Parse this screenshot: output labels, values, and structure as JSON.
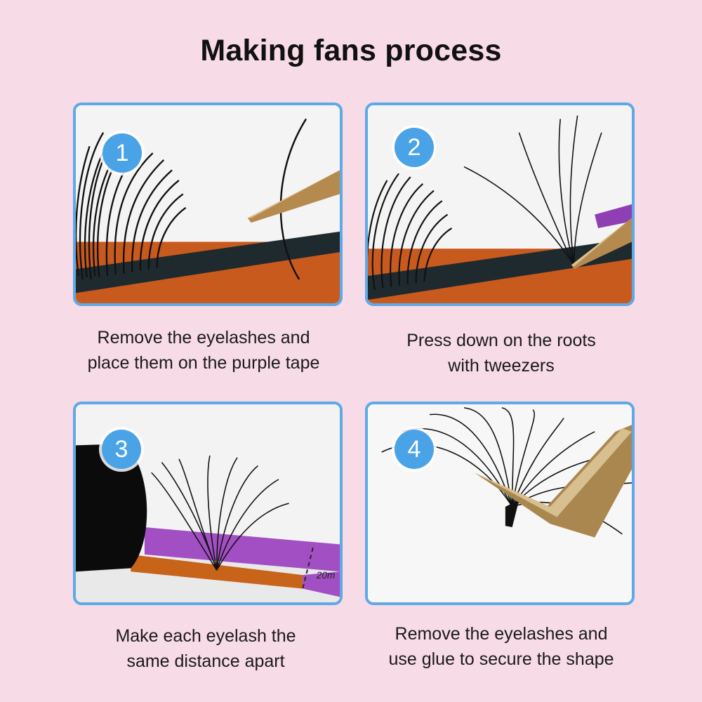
{
  "title": "Making fans process",
  "steps": [
    {
      "number": "1",
      "caption_line1": "Remove the eyelashes and",
      "caption_line2": "place them on the purple tape"
    },
    {
      "number": "2",
      "caption_line1": "Press down on the roots",
      "caption_line2": "with tweezers"
    },
    {
      "number": "3",
      "caption_line1": "Make each eyelash the",
      "caption_line2": "same distance apart",
      "tape_mark": "20m"
    },
    {
      "number": "4",
      "caption_line1": "Remove the eyelashes and",
      "caption_line2": "use glue to secure the shape"
    }
  ],
  "colors": {
    "background": "#f7dbe6",
    "card_border": "#5ea9e6",
    "badge": "#4aa3e6",
    "tape_purple": "#a24fc4",
    "tape_orange": "#c8631a",
    "tweezer_gold": "#b58a4e"
  }
}
